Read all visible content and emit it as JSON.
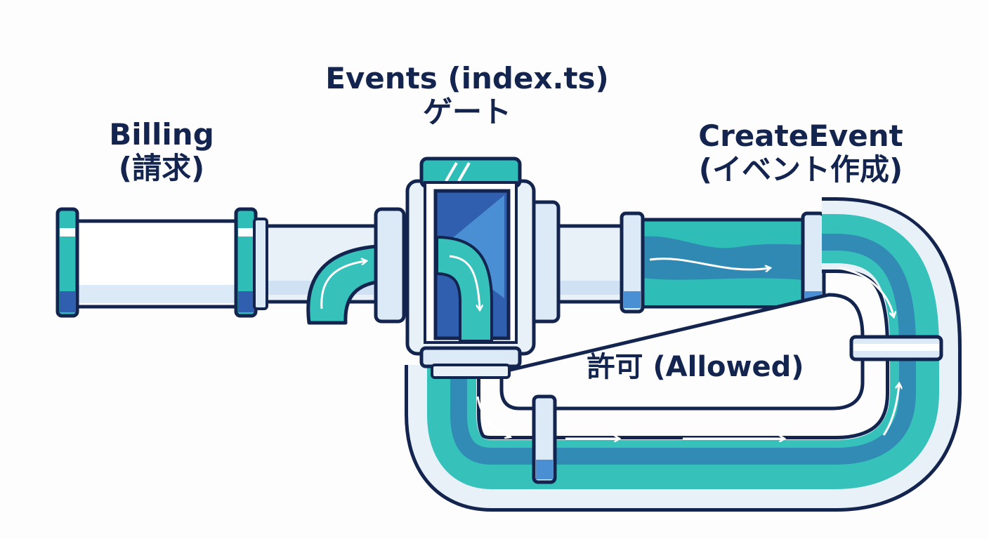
{
  "labels": {
    "billing": {
      "line1": "Billing",
      "line2": "(請求)"
    },
    "events": {
      "line1": "Events (index.ts)",
      "line2": "ゲート"
    },
    "create_event": {
      "line1": "CreateEvent",
      "line2": "(イベント作成)"
    },
    "allowed": {
      "text": "許可 (Allowed)"
    }
  },
  "colors": {
    "outline": "#13254f",
    "teal": "#2fbdb8",
    "deep_blue": "#2f5fae",
    "light_blue": "#dce9f6",
    "pipe_light": "#e8f1f8",
    "band": "#4a8fd4",
    "water": "#37c1bb"
  },
  "icons": [
    "flow-arrow-icon"
  ]
}
